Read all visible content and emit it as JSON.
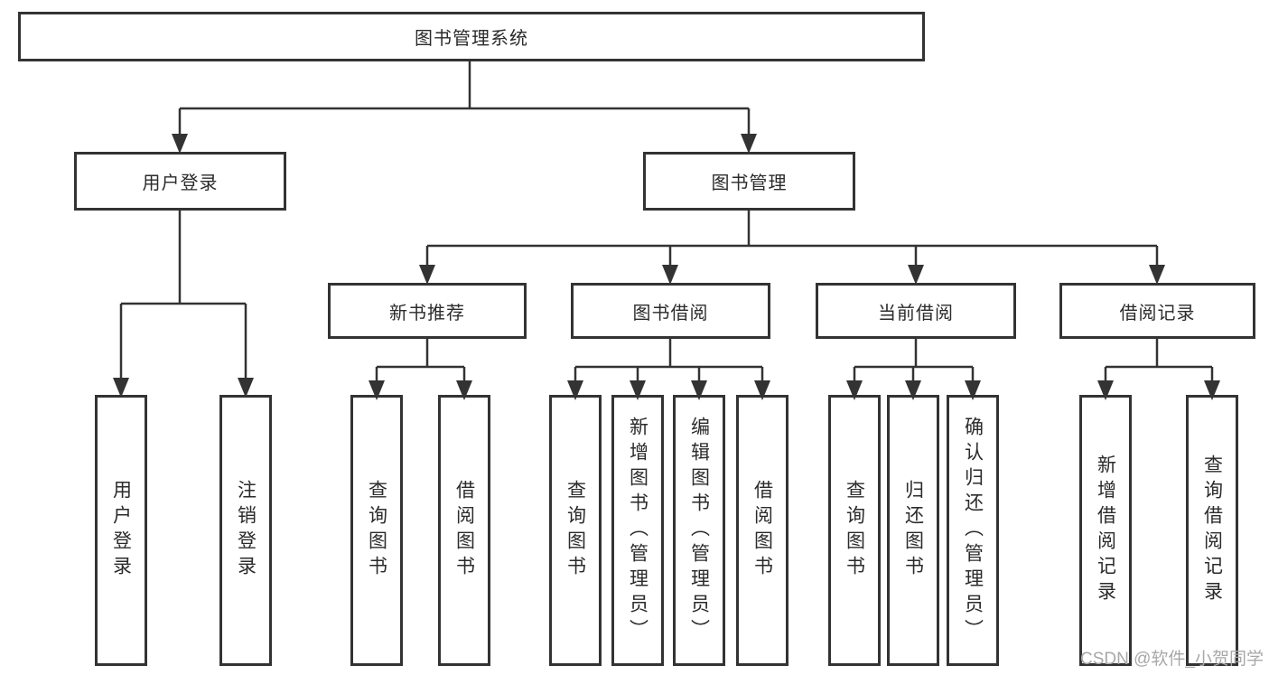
{
  "diagram": {
    "title": "图书管理系统",
    "level2": [
      "用户登录",
      "图书管理"
    ],
    "level3": [
      "新书推荐",
      "图书借阅",
      "当前借阅",
      "借阅记录"
    ],
    "leaves": {
      "user_login": [
        "用户登录",
        "注销登录"
      ],
      "new_book": [
        "查询图书",
        "借阅图书"
      ],
      "book_borrow": [
        "查询图书",
        "新增图书（管理员）",
        "编辑图书（管理员）",
        "借阅图书"
      ],
      "current_borrow": [
        "查询图书",
        "归还图书",
        "确认归还（管理员）"
      ],
      "records": [
        "新增借阅记录",
        "查询借阅记录"
      ]
    }
  },
  "watermark": "CSDN @软件_小贺同学",
  "colors": {
    "line": "#333333",
    "box_border": "#333333",
    "text": "#2b2b2b",
    "watermark": "#a8a8a8"
  }
}
